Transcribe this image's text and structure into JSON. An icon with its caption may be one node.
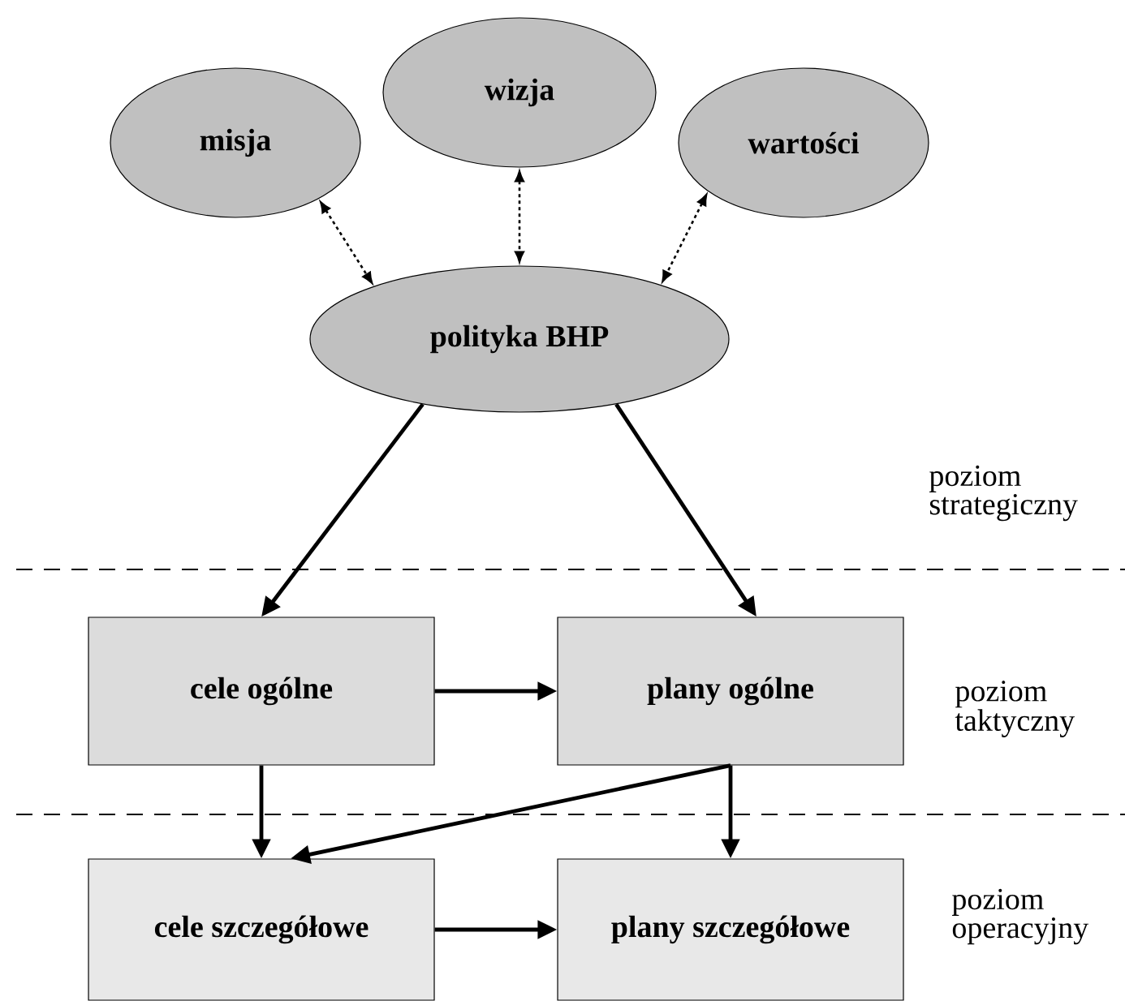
{
  "diagram": {
    "nodes": [
      {
        "text": [
          "misja"
        ]
      },
      {
        "text": [
          "wizja"
        ]
      },
      {
        "text": [
          "wartości"
        ]
      },
      {
        "text": [
          "polityka BHP"
        ]
      },
      {
        "text": [
          "cele ogólne"
        ]
      },
      {
        "text": [
          "plany ogólne"
        ]
      },
      {
        "text": [
          "cele szczegółowe"
        ]
      },
      {
        "text": [
          "plany szczegółowe"
        ]
      }
    ],
    "edges": [
      {
        "from": 0,
        "to": 3,
        "arrow": "both",
        "style": "dashed"
      },
      {
        "from": 1,
        "to": 3,
        "arrow": "both",
        "style": "dashed"
      },
      {
        "from": 2,
        "to": 3,
        "arrow": "both",
        "style": "dashed"
      },
      {
        "from": 3,
        "to": 4,
        "arrow": "to"
      },
      {
        "from": 3,
        "to": 5,
        "arrow": "to"
      },
      {
        "from": 4,
        "to": 5,
        "arrow": "to"
      },
      {
        "from": 4,
        "to": 6,
        "arrow": "to"
      },
      {
        "from": 5,
        "to": 6,
        "arrow": "to"
      },
      {
        "from": 5,
        "to": 7,
        "arrow": "to"
      },
      {
        "from": 6,
        "to": 7,
        "arrow": "to"
      }
    ],
    "labels": [
      "poziom strategiczny",
      "poziom taktyczny",
      "poziom operacyjny"
    ]
  }
}
